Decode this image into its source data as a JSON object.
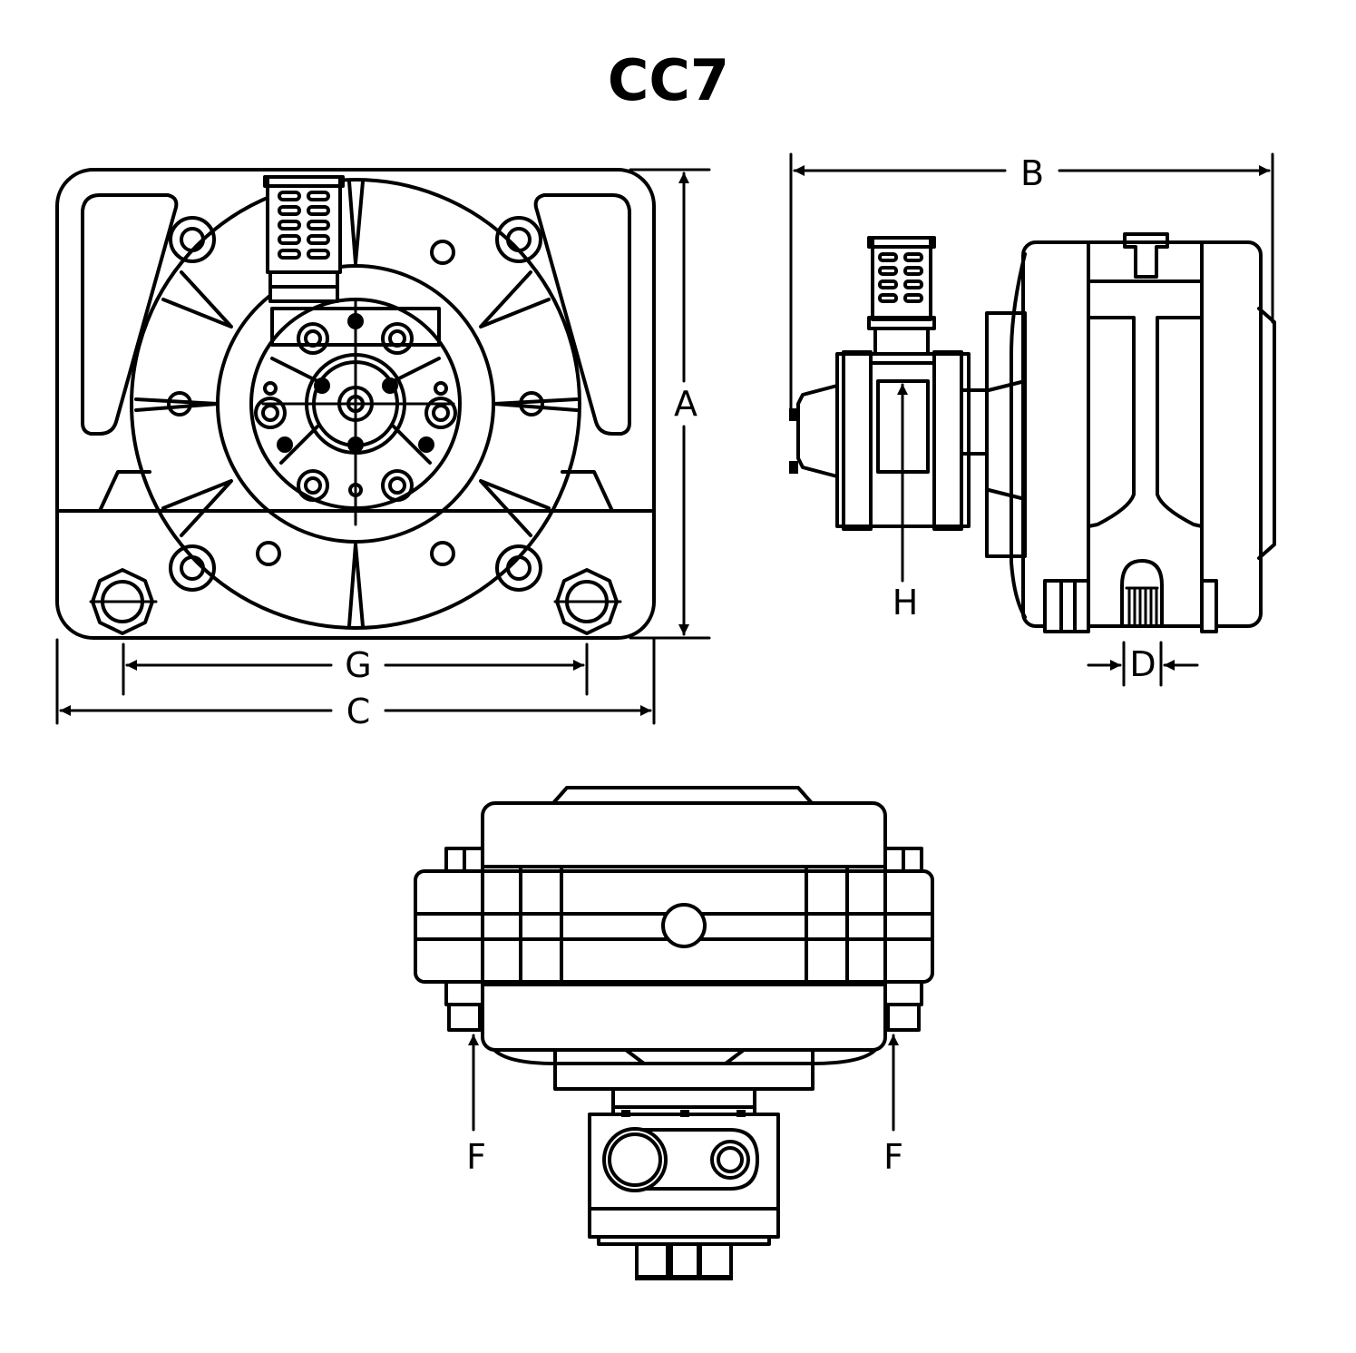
{
  "title": "CC7",
  "dimensions": {
    "a": "A",
    "b": "B",
    "c": "C",
    "d": "D",
    "f_left": "F",
    "f_right": "F",
    "g": "G",
    "h": "H"
  },
  "colors": {
    "line": "#000000",
    "background": "#ffffff"
  }
}
